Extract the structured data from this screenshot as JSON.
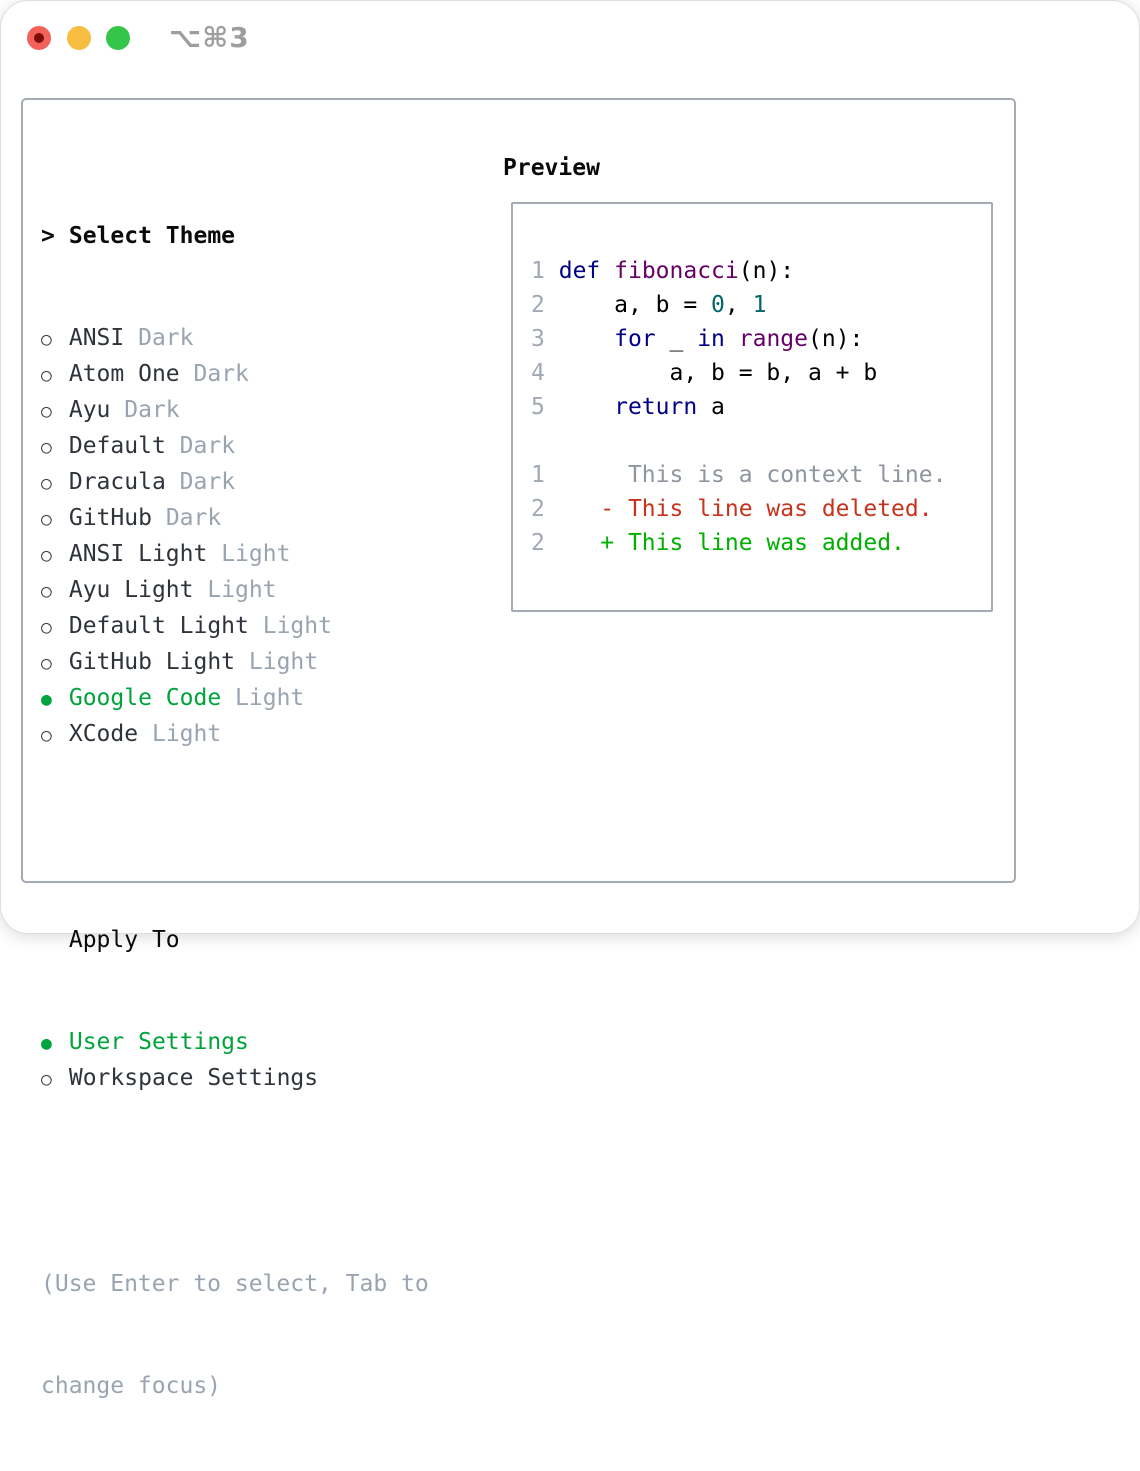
{
  "titlebar": {
    "shortcut": "⌥⌘3"
  },
  "colors": {
    "accent_green": "#00a33c",
    "variant_gray": "#9aa4b0",
    "panel_border": "#a4abb5",
    "keyword_blue": "#000088",
    "function_purple": "#660066",
    "number_teal": "#006666",
    "line_number_gray": "#a0a8b4",
    "diff_context_gray": "#8e959e",
    "diff_deleted_red": "#c7331d",
    "diff_added_green": "#00b000",
    "traffic_red": "#f2625a",
    "traffic_yellow": "#f6bd40",
    "traffic_green": "#35c649"
  },
  "theme_list": {
    "cursor": ">",
    "title": "Select Theme",
    "radio_selected": "●",
    "radio_unselected": "○",
    "items": [
      {
        "name": "ANSI",
        "variant": "Dark",
        "selected": false
      },
      {
        "name": "Atom One",
        "variant": "Dark",
        "selected": false
      },
      {
        "name": "Ayu",
        "variant": "Dark",
        "selected": false
      },
      {
        "name": "Default",
        "variant": "Dark",
        "selected": false
      },
      {
        "name": "Dracula",
        "variant": "Dark",
        "selected": false
      },
      {
        "name": "GitHub",
        "variant": "Dark",
        "selected": false
      },
      {
        "name": "ANSI Light",
        "variant": "Light",
        "selected": false
      },
      {
        "name": "Ayu Light",
        "variant": "Light",
        "selected": false
      },
      {
        "name": "Default Light",
        "variant": "Light",
        "selected": false
      },
      {
        "name": "GitHub Light",
        "variant": "Light",
        "selected": false
      },
      {
        "name": "Google Code",
        "variant": "Light",
        "selected": true
      },
      {
        "name": "XCode",
        "variant": "Light",
        "selected": false
      }
    ]
  },
  "apply_to": {
    "title": "Apply To",
    "options": [
      {
        "label": "User Settings",
        "selected": true
      },
      {
        "label": "Workspace Settings",
        "selected": false
      }
    ]
  },
  "hint_lines": [
    "(Use Enter to select, Tab to",
    "change focus)"
  ],
  "preview": {
    "title": "Preview",
    "code_lines": [
      {
        "num": "1",
        "segments": [
          {
            "t": "def",
            "c": "kw"
          },
          {
            "t": " ",
            "c": "pl"
          },
          {
            "t": "fibonacci",
            "c": "fn"
          },
          {
            "t": "(n):",
            "c": "pl"
          }
        ]
      },
      {
        "num": "2",
        "segments": [
          {
            "t": "    a, b = ",
            "c": "pl"
          },
          {
            "t": "0",
            "c": "num"
          },
          {
            "t": ", ",
            "c": "pl"
          },
          {
            "t": "1",
            "c": "num"
          }
        ]
      },
      {
        "num": "3",
        "segments": [
          {
            "t": "    ",
            "c": "pl"
          },
          {
            "t": "for",
            "c": "kw"
          },
          {
            "t": " _ ",
            "c": "pl"
          },
          {
            "t": "in",
            "c": "kw"
          },
          {
            "t": " ",
            "c": "pl"
          },
          {
            "t": "range",
            "c": "fn"
          },
          {
            "t": "(n):",
            "c": "pl"
          }
        ]
      },
      {
        "num": "4",
        "segments": [
          {
            "t": "        a, b = b, a + b",
            "c": "pl"
          }
        ]
      },
      {
        "num": "5",
        "segments": [
          {
            "t": "    ",
            "c": "pl"
          },
          {
            "t": "return",
            "c": "kw"
          },
          {
            "t": " a",
            "c": "pl"
          }
        ]
      },
      {
        "num": "",
        "segments": []
      },
      {
        "num": "1",
        "segments": [
          {
            "t": "     This is a context line.",
            "c": "ctx"
          }
        ]
      },
      {
        "num": "2",
        "segments": [
          {
            "t": "   - This line was deleted.",
            "c": "del"
          }
        ]
      },
      {
        "num": "2",
        "segments": [
          {
            "t": "   + This line was added.",
            "c": "add"
          }
        ]
      }
    ]
  }
}
